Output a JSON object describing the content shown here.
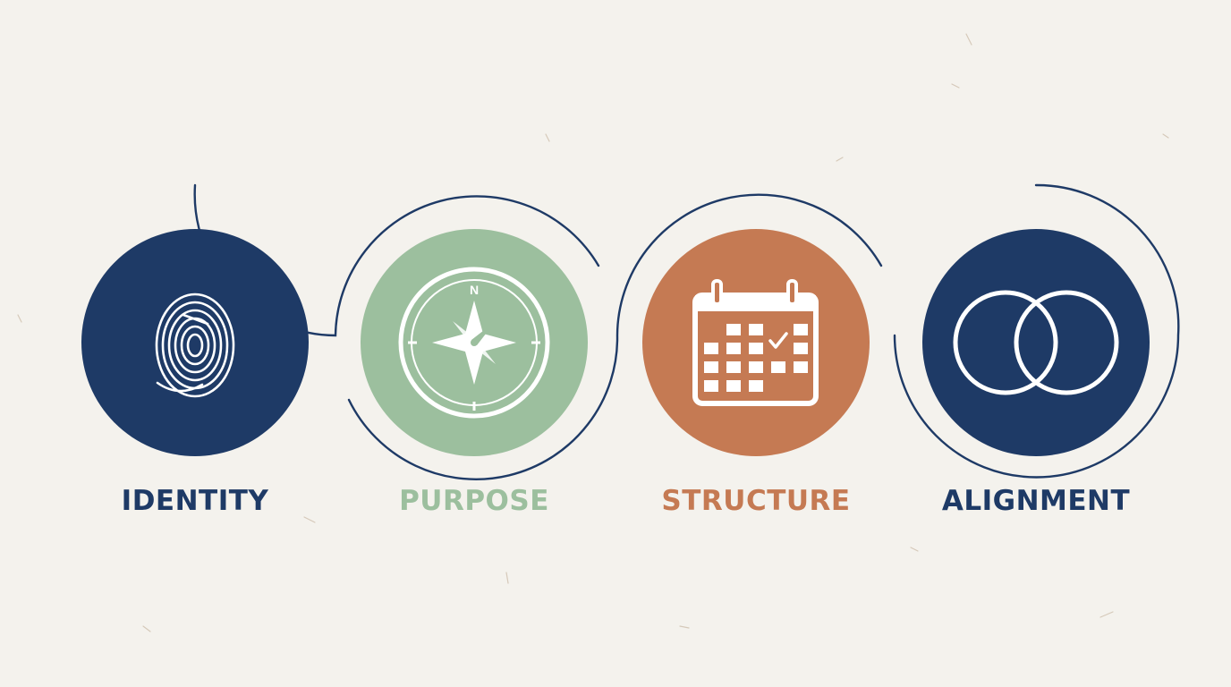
{
  "steps": [
    {
      "label": "IDENTITY",
      "icon": "fingerprint-icon",
      "color": "#1e3a66"
    },
    {
      "label": "PURPOSE",
      "icon": "compass-icon",
      "color": "#9cbf9e",
      "compass_mark": "N"
    },
    {
      "label": "STRUCTURE",
      "icon": "calendar-check-icon",
      "color": "#c57a53"
    },
    {
      "label": "ALIGNMENT",
      "icon": "interlocking-rings-icon",
      "color": "#1e3a66"
    }
  ],
  "connector_color": "#1e3a66",
  "background_color": "#f4f2ed"
}
